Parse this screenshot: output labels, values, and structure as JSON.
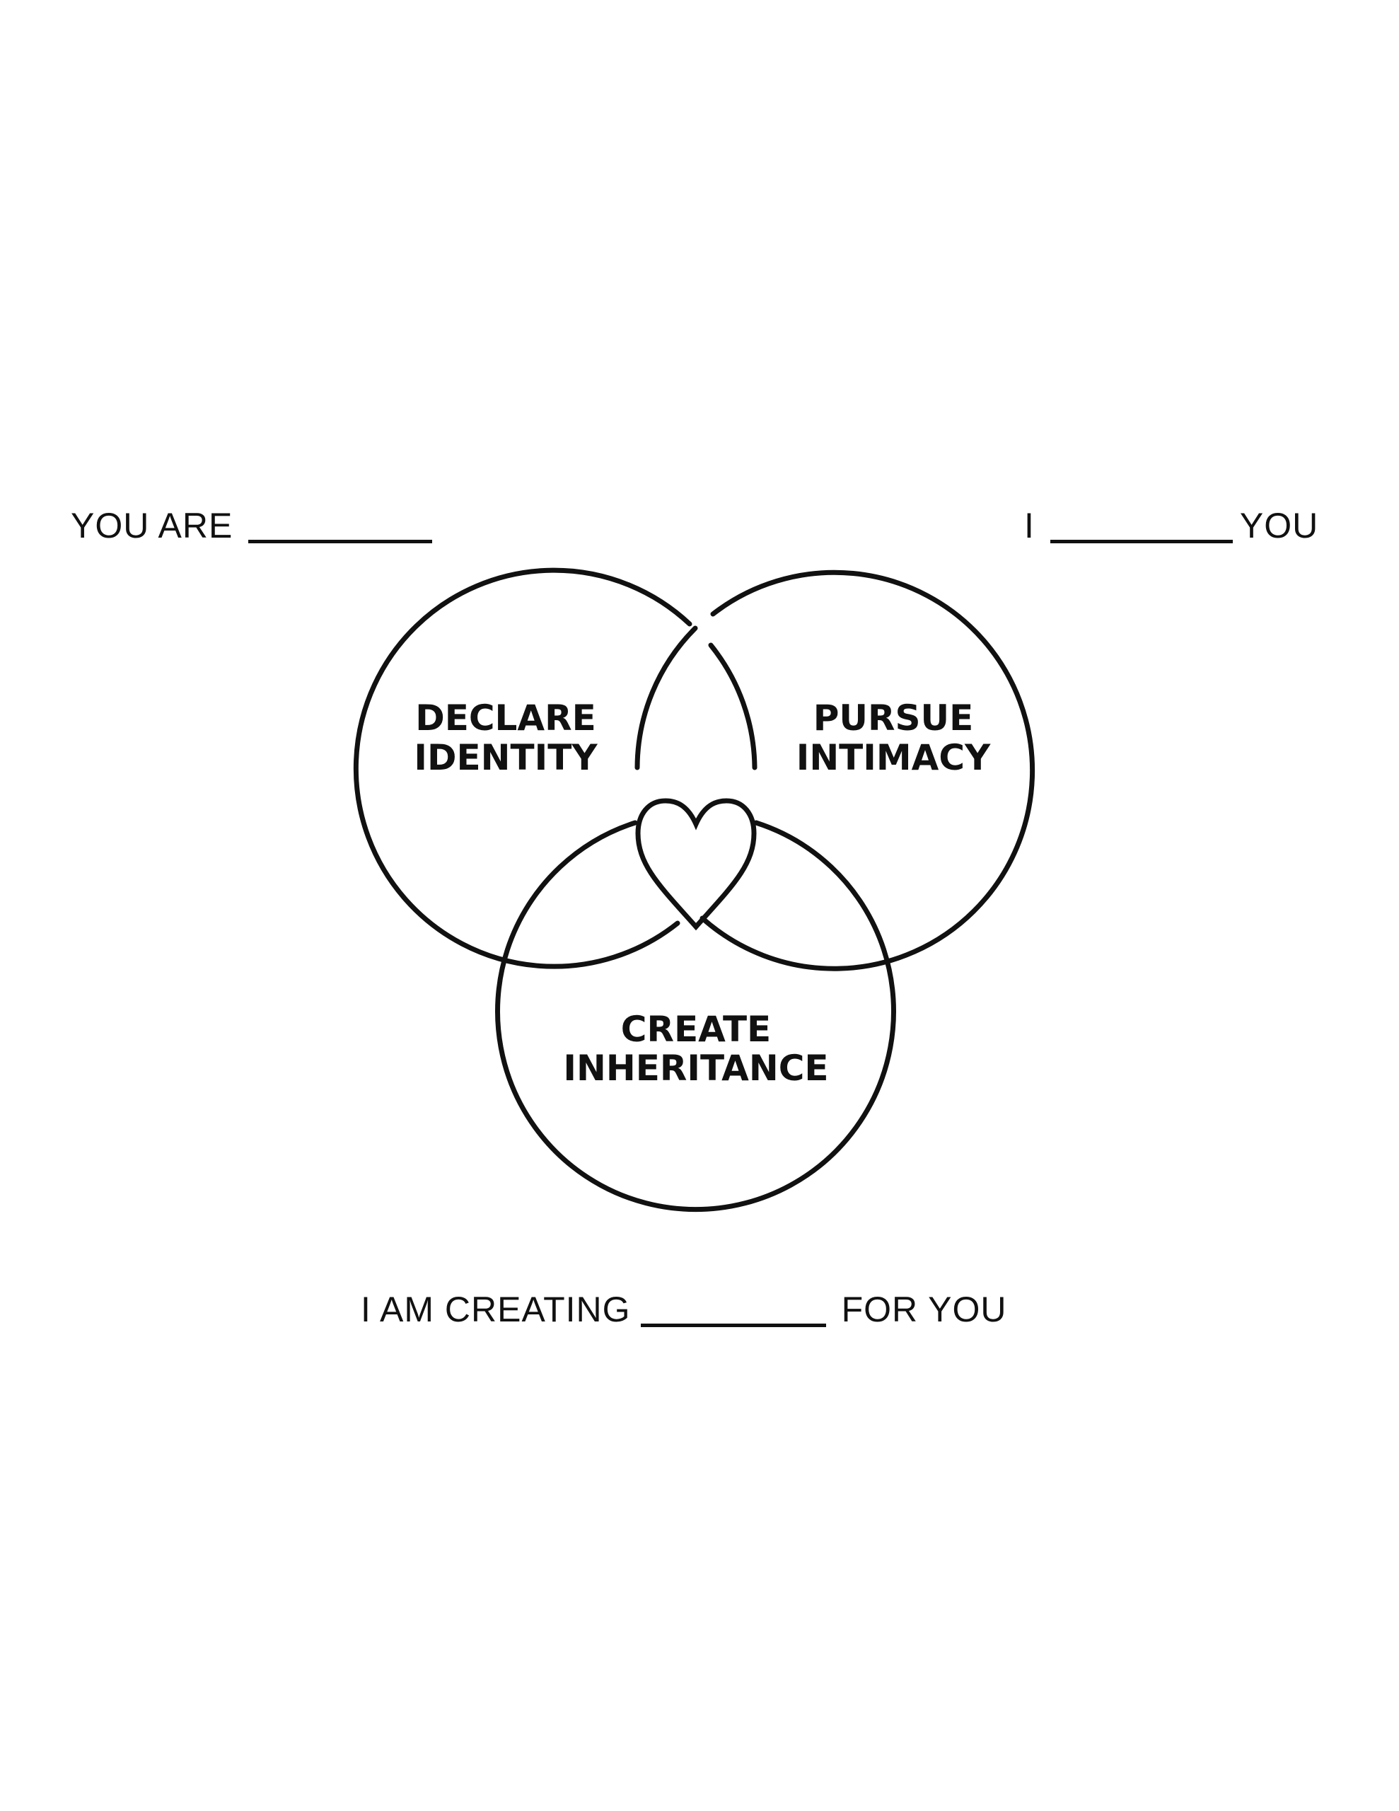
{
  "prompts": {
    "you_are": {
      "before": "YOU ARE",
      "after": ""
    },
    "i_you": {
      "before": "I",
      "after": "YOU"
    },
    "creating": {
      "before": "I AM CREATING",
      "after": "FOR YOU"
    }
  },
  "diagram": {
    "circles": [
      {
        "id": "declare",
        "lines": [
          "DECLARE",
          "IDENTITY"
        ]
      },
      {
        "id": "pursue",
        "lines": [
          "PURSUE",
          "INTIMACY"
        ]
      },
      {
        "id": "create",
        "lines": [
          "CREATE",
          "INHERITANCE"
        ]
      }
    ],
    "center_icon": "heart-icon",
    "stroke_color": "#111111",
    "background_color": "#ffffff"
  }
}
